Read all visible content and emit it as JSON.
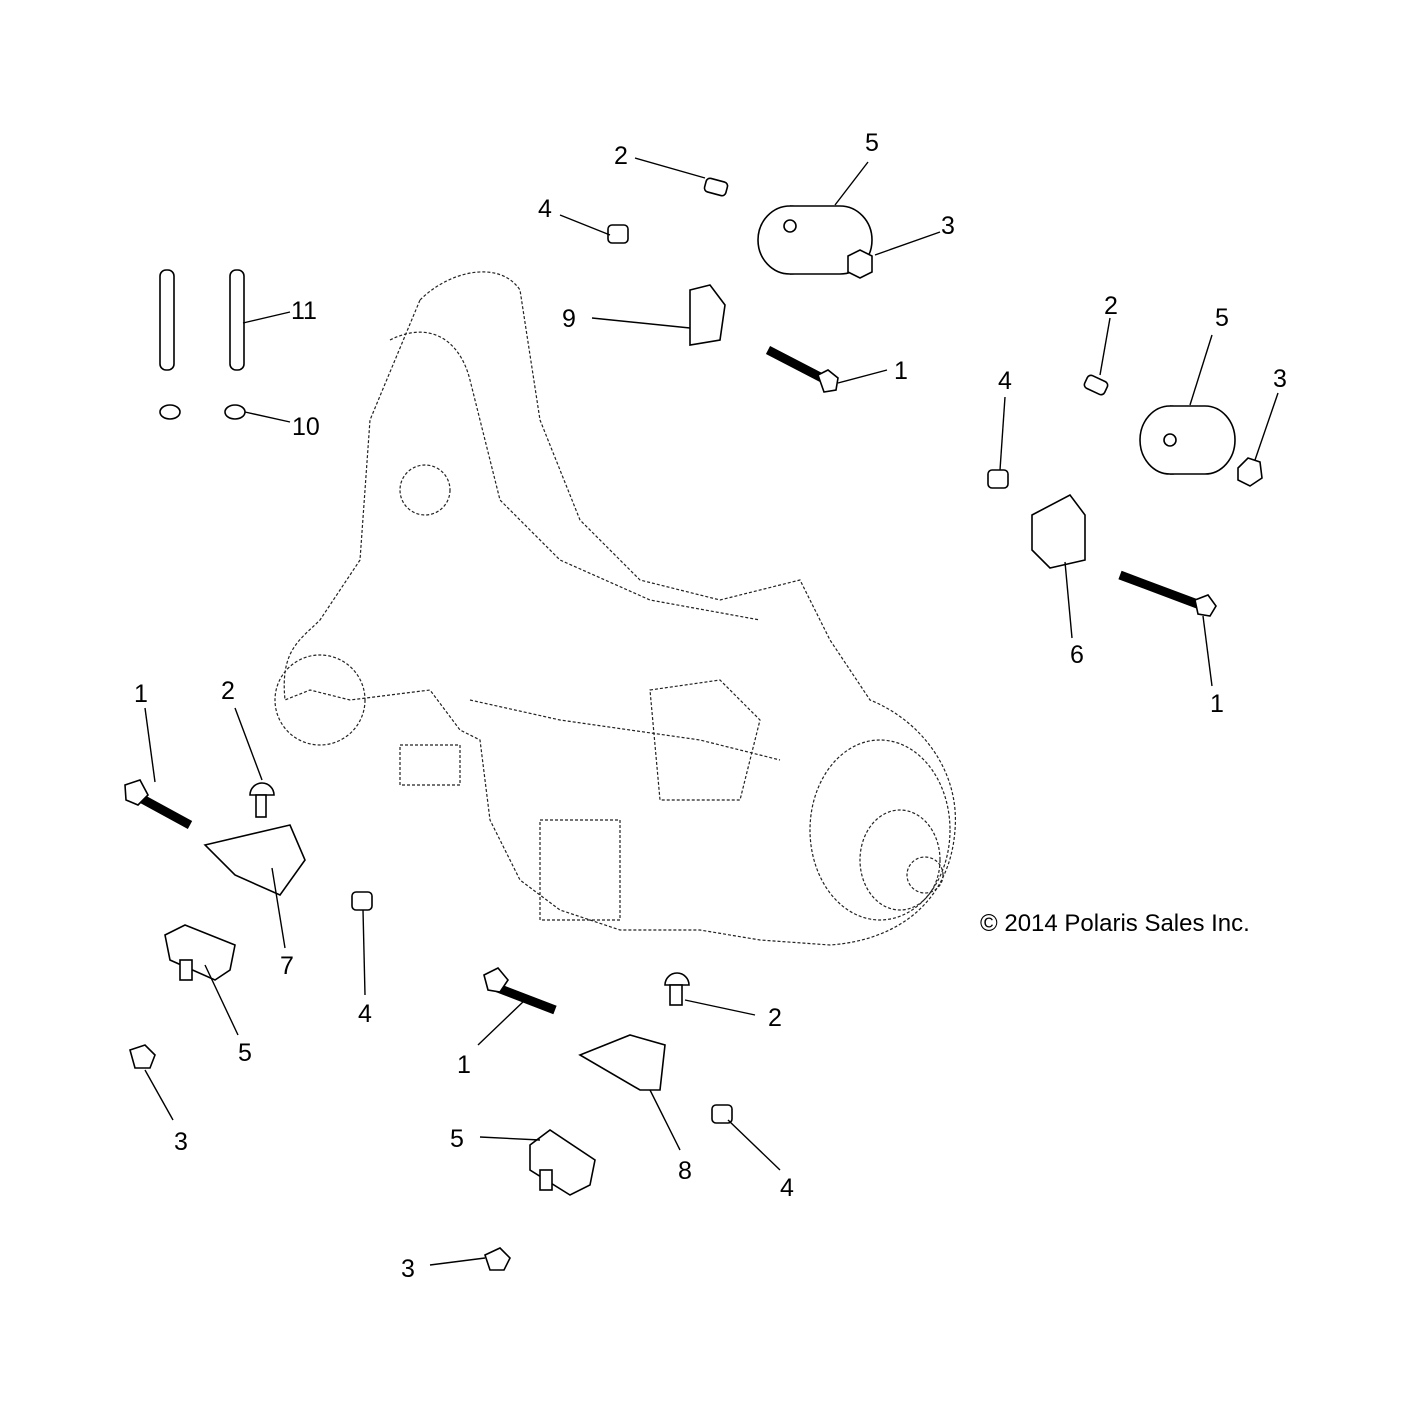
{
  "copyright": "© 2014 Polaris Sales Inc.",
  "callouts": [
    "2",
    "5",
    "4",
    "3",
    "11",
    "9",
    "1",
    "10",
    "2",
    "5",
    "3",
    "4",
    "6",
    "1",
    "1",
    "2",
    "7",
    "4",
    "5",
    "3",
    "1",
    "2",
    "5",
    "8",
    "4",
    "3"
  ]
}
